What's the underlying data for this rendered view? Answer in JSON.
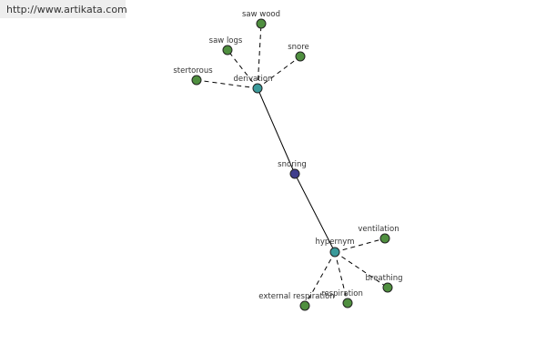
{
  "header": {
    "url_text": "http://www.artikata.com"
  },
  "colors": {
    "center_node": "#3f3d8c",
    "relation_node": "#3a9a9a",
    "leaf_node": "#4f8f3f",
    "url_background": "#eeeeee"
  },
  "graph": {
    "center": {
      "label": "snoring"
    },
    "relations": [
      {
        "label": "derivation"
      },
      {
        "label": "hypernym"
      }
    ],
    "leaves": [
      {
        "label": "saw wood"
      },
      {
        "label": "saw logs"
      },
      {
        "label": "snore"
      },
      {
        "label": "stertorous"
      },
      {
        "label": "ventilation"
      },
      {
        "label": "breathing"
      },
      {
        "label": "respiration"
      },
      {
        "label": "external respiration"
      }
    ]
  }
}
